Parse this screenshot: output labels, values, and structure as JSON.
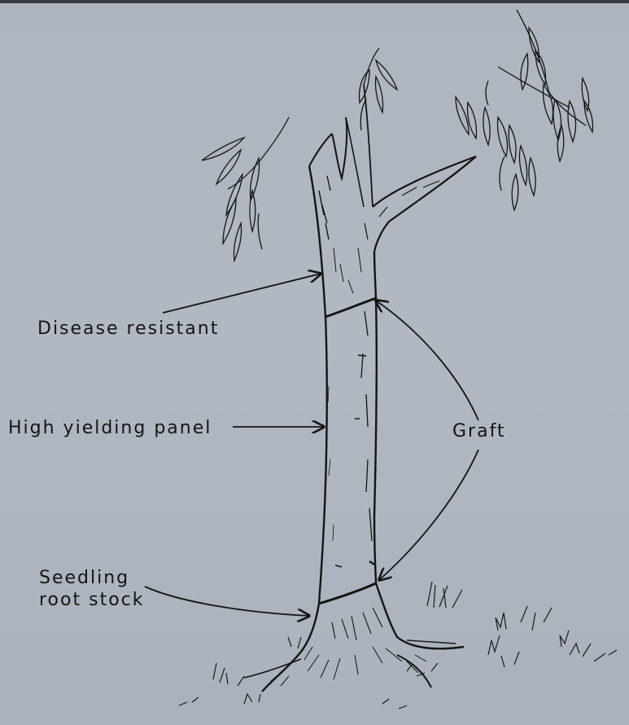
{
  "diagram": {
    "labels": {
      "disease_resistant": "Disease resistant",
      "high_yielding_panel": "High yielding panel",
      "graft": "Graft",
      "seedling_line1": "Seedling",
      "seedling_line2": "root stock"
    },
    "colors": {
      "background": "#b0b7c1",
      "ink": "#141414",
      "frame": "#3b3b3f"
    }
  }
}
